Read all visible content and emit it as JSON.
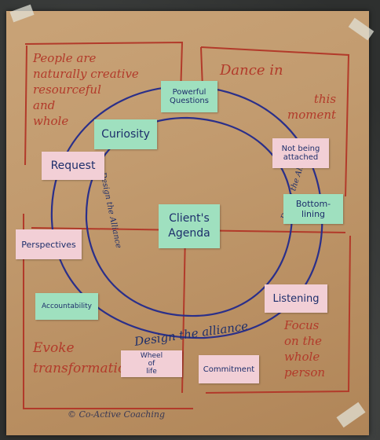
{
  "corners": {
    "top_left": "People are\nnaturally creative\nresourceful\nand\nwhole",
    "top_right_line1": "Dance in",
    "top_right_line2": "this\nmoment",
    "bottom_left": "Evoke\ntransformation",
    "bottom_right": "Focus\non the\nwhole\nperson"
  },
  "center": "Client's\nAgenda",
  "ring_labels": {
    "bottom": "Design the alliance",
    "left": "Design the Alliance",
    "right": "Design the Alliance"
  },
  "cards": {
    "powerful_questions": "Powerful\nQuestions",
    "curiosity": "Curiosity",
    "not_being_attached": "Not being\nattached",
    "request": "Request",
    "bottom_lining": "Bottom-\nlining",
    "perspectives": "Perspectives",
    "listening": "Listening",
    "accountability": "Accountability",
    "wheel_of_life": "Wheel\nof\nlife",
    "commitment": "Commitment"
  },
  "footer": "© Co-Active Coaching",
  "colors": {
    "paper": "#c29b6f",
    "red_ink": "#b23a2a",
    "blue_ink": "#2a2f8a",
    "green_card": "#9fe0bf",
    "pink_card": "#f2cfd6"
  }
}
